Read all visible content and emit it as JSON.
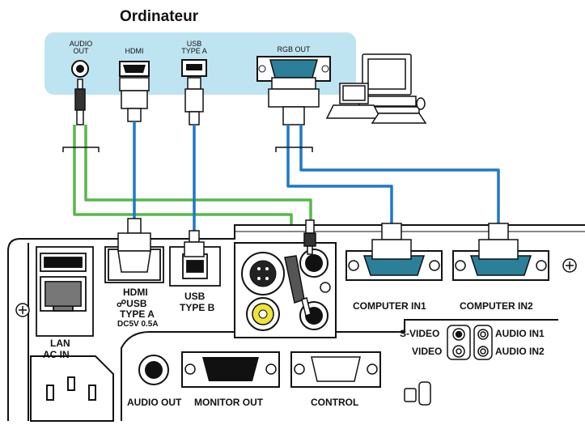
{
  "computer": {
    "title": "Ordinateur",
    "ports": {
      "audio_out": "AUDIO OUT",
      "hdmi": "HDMI",
      "usb_type_a": "USB TYPE A",
      "rgb_out": "RGB OUT"
    }
  },
  "projector": {
    "lan": "LAN",
    "ac_in": "AC IN",
    "hdmi": "HDMI",
    "usb_a": "USB",
    "usb_a_type": "TYPE A",
    "usb_a_power": "DC5V 0.5A",
    "usb_b": "USB",
    "usb_b_type": "TYPE B",
    "computer_in1": "COMPUTER IN1",
    "computer_in2": "COMPUTER IN2",
    "s_video": "S-VIDEO",
    "video": "VIDEO",
    "audio_in1": "AUDIO IN1",
    "audio_in2": "AUDIO IN2",
    "audio_out": "AUDIO OUT",
    "monitor_out": "MONITOR OUT",
    "control": "CONTROL"
  },
  "colors": {
    "panel_bg": "#bfe4f1",
    "cable_blue": "#1f78c8",
    "cable_green": "#55b848",
    "connector_teal": "#2b7f99",
    "outline": "#111111"
  }
}
